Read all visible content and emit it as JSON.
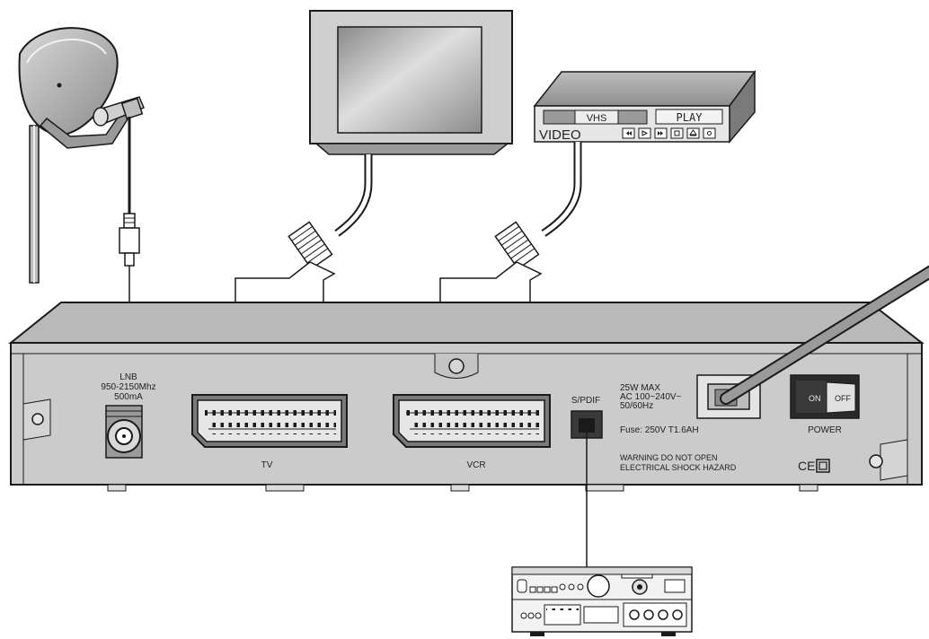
{
  "lnb_label": {
    "line1": "LNB",
    "line2": "950-2150Mhz",
    "line3": "500mA"
  },
  "tv_port_label": "TV",
  "vcr_port_label": "VCR",
  "spdif_label": "S/PDIF",
  "power_spec": {
    "line1": "25W MAX",
    "line2": "AC 100~240V~",
    "line3": "50/60Hz",
    "fuse": "Fuse: 250V T1.6AH"
  },
  "warning": {
    "line1": "WARNING DO NOT OPEN",
    "line2": "ELECTRICAL SHOCK HAZARD"
  },
  "power_switch": {
    "on_label": "ON",
    "off_label": "OFF",
    "caption": "POWER"
  },
  "ce_mark": "CE",
  "vcr_device": {
    "tape_label": "VHS",
    "display_text": "PLAY",
    "name_label": "VIDEO"
  },
  "colors": {
    "line": "#1a1a1a",
    "cable": "#9a9a9a",
    "panel": "#c8c8c8",
    "panel_top": "#b4b4b4",
    "screen_light": "#e8e8e8",
    "screen_dark": "#7a7a7a"
  }
}
